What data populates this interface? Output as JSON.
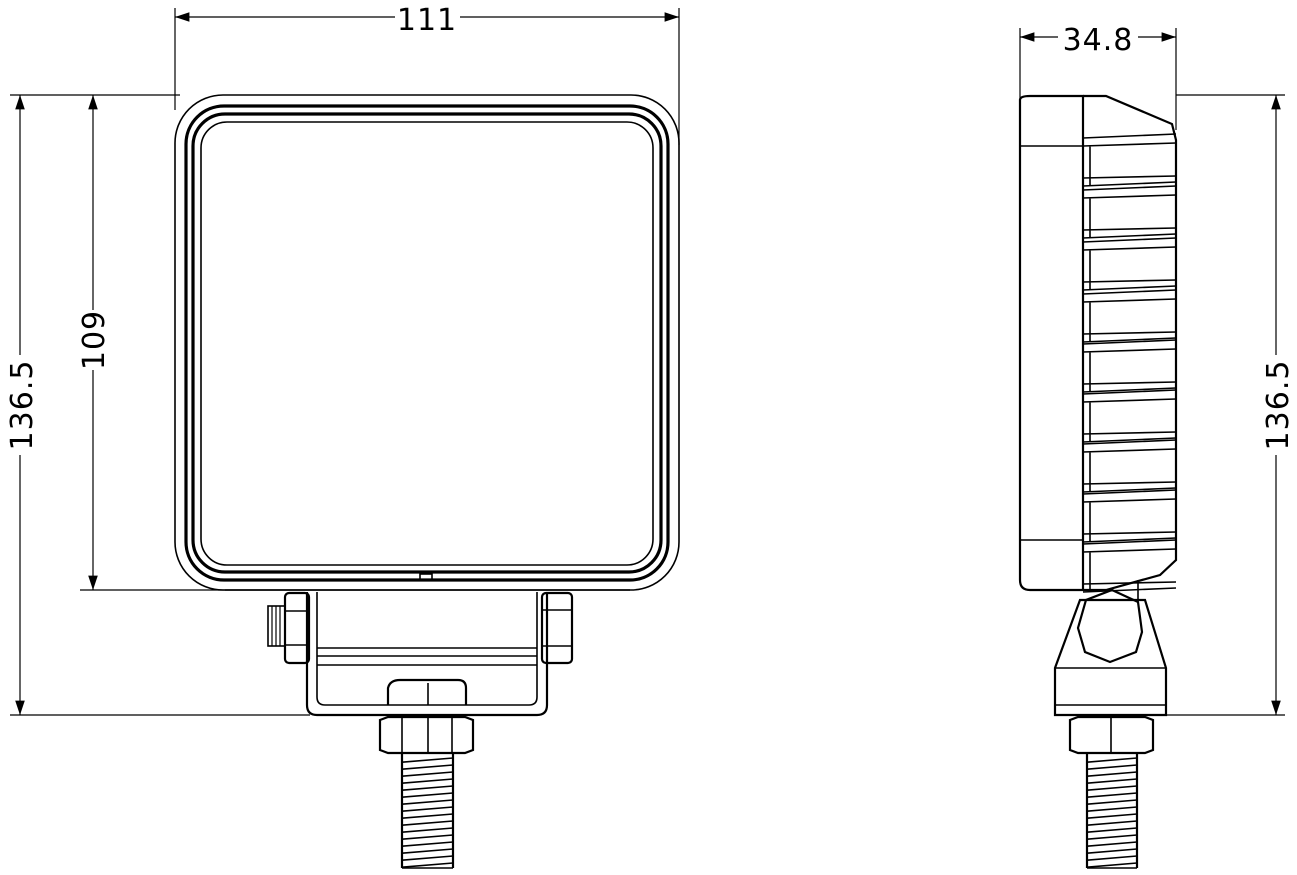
{
  "dimensions": {
    "front_width": "111",
    "front_height_body": "109",
    "front_height_total": "136.5",
    "side_depth": "34.8",
    "side_height_total": "136.5"
  },
  "views": [
    "front-view",
    "side-view"
  ]
}
